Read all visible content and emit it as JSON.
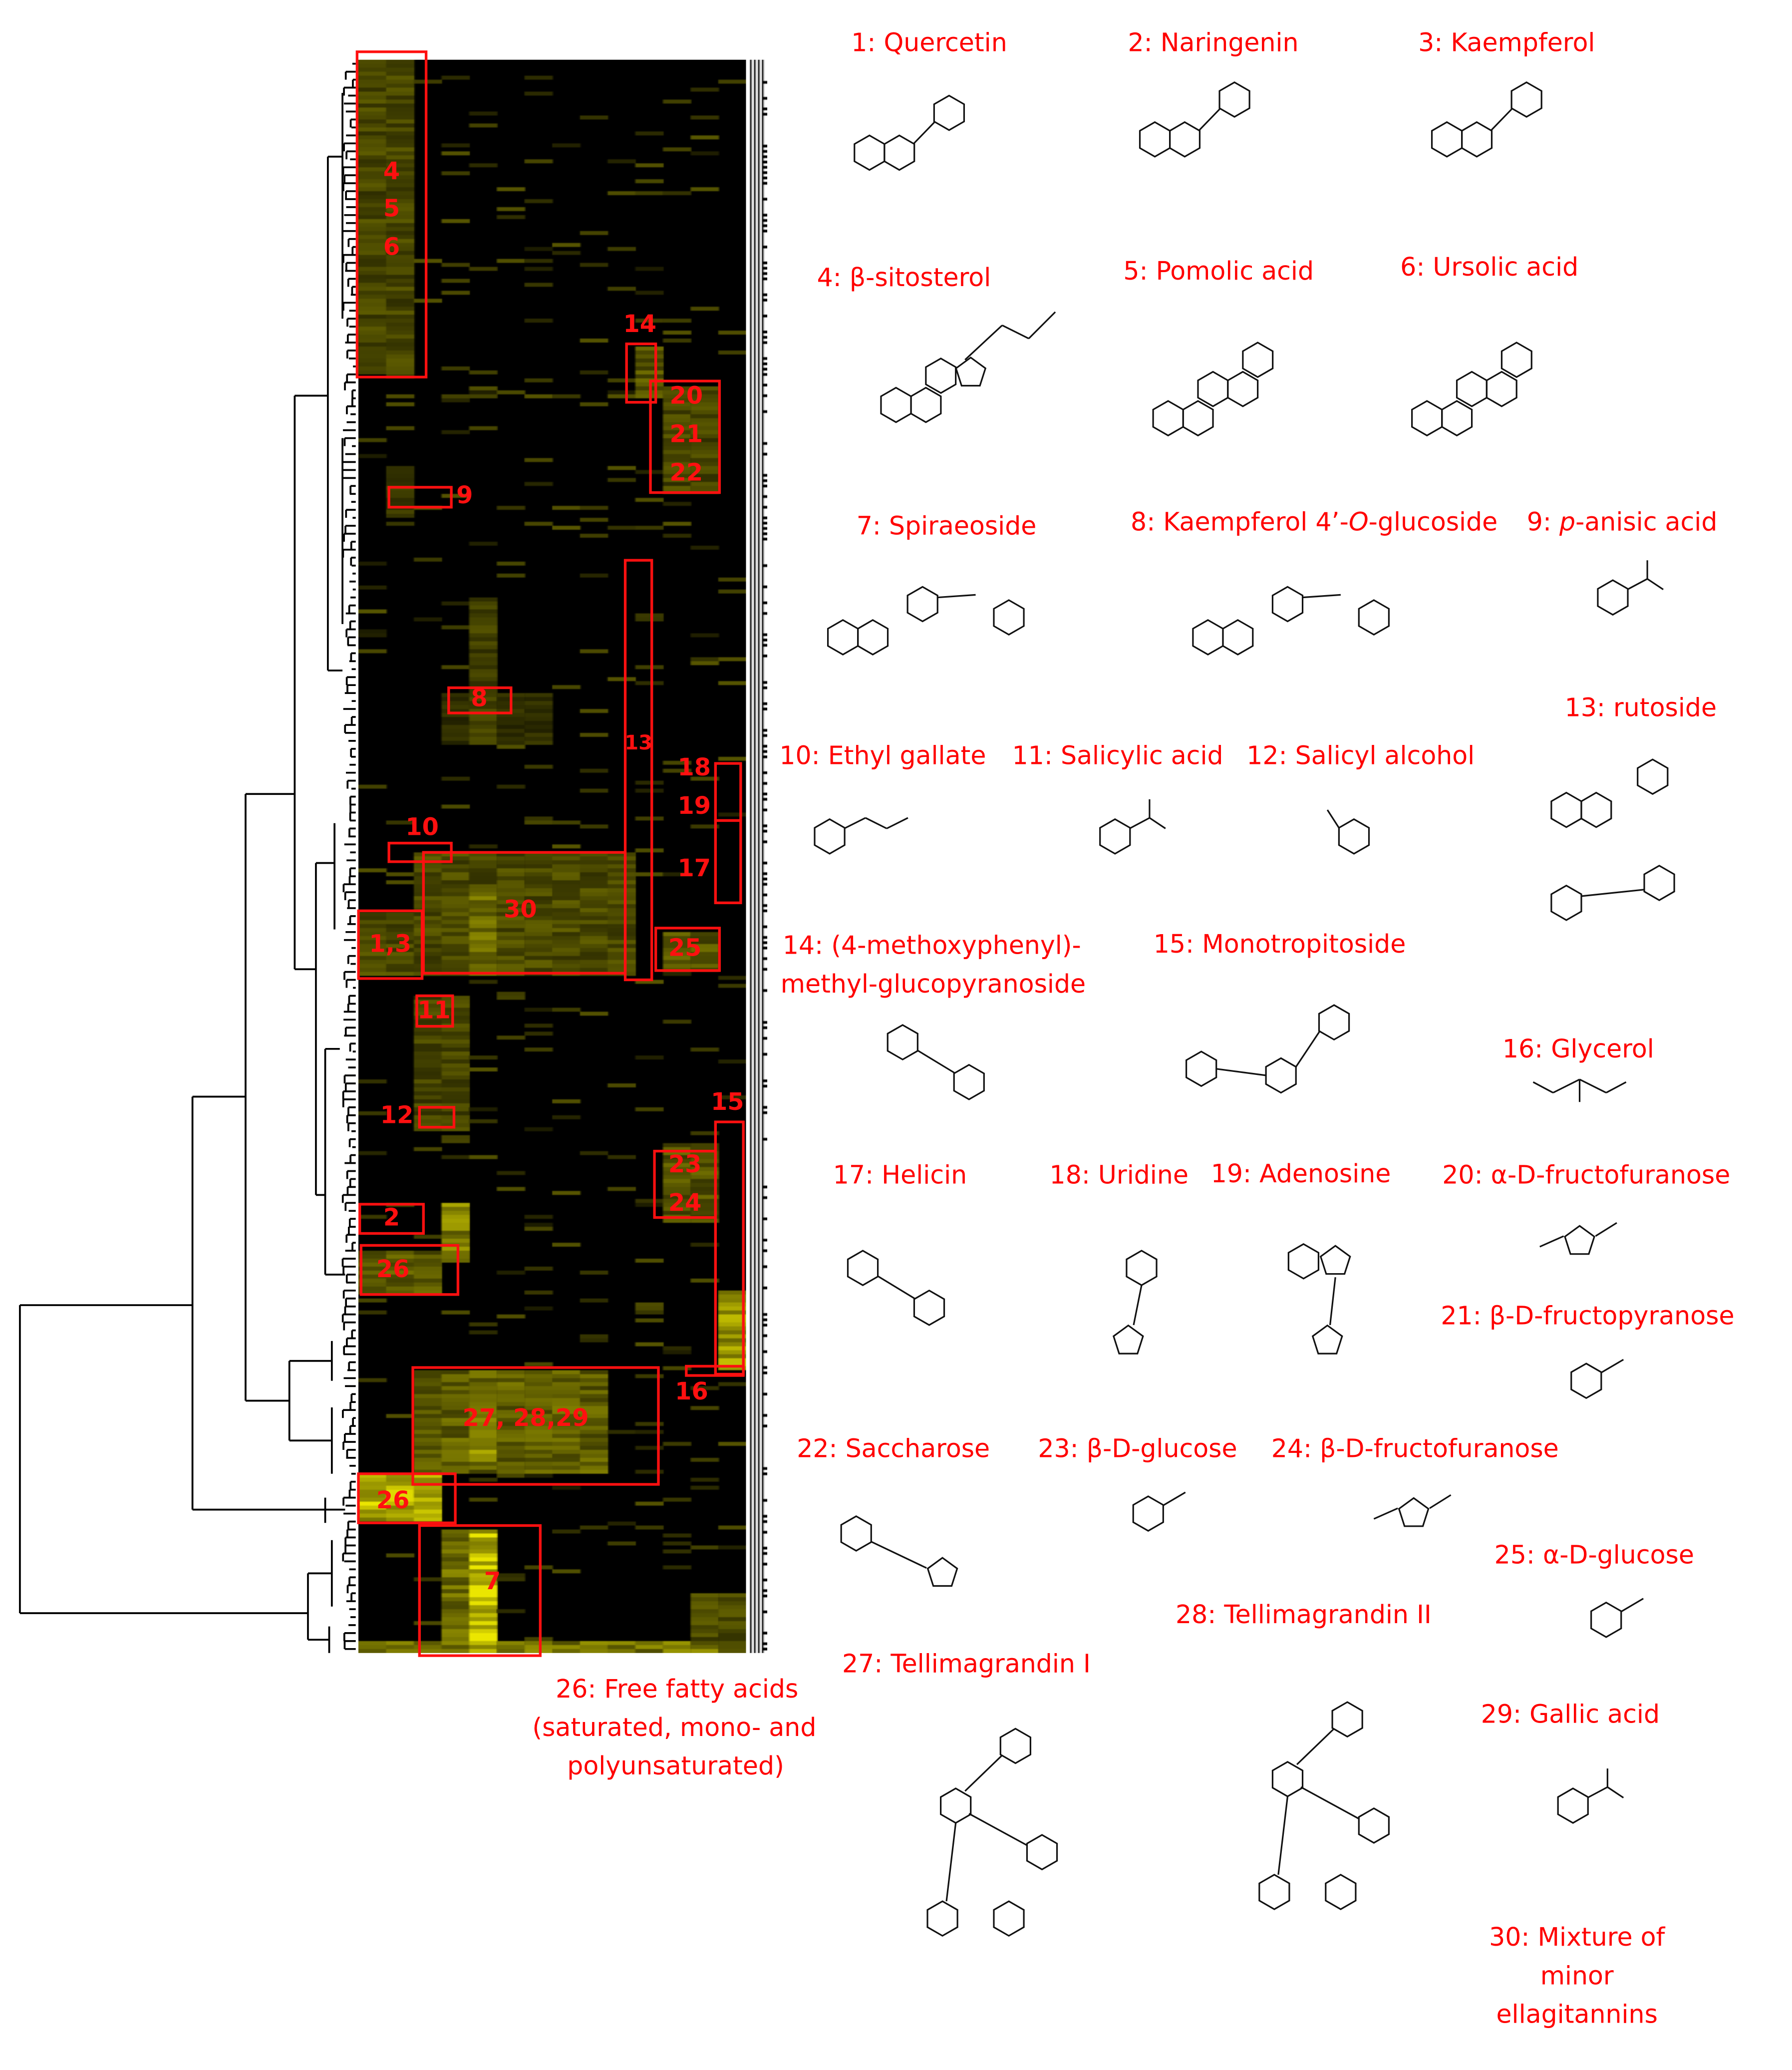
{
  "colors": {
    "annotation": "#ff0000",
    "heatmap_low": "#000000",
    "heatmap_high": "#ffff00",
    "dendrogram": "#000000"
  },
  "heatmap_boxes": [
    {
      "id": "4-5-6",
      "labels": [
        "4",
        "5",
        "6"
      ]
    },
    {
      "id": "14",
      "labels": [
        "14"
      ]
    },
    {
      "id": "20-21-22",
      "labels": [
        "20",
        "21",
        "22"
      ]
    },
    {
      "id": "9",
      "labels": [
        "9"
      ]
    },
    {
      "id": "13",
      "labels": [
        "13"
      ]
    },
    {
      "id": "8",
      "labels": [
        "8"
      ]
    },
    {
      "id": "18-19",
      "labels": [
        "18",
        "19"
      ]
    },
    {
      "id": "17",
      "labels": [
        "17"
      ]
    },
    {
      "id": "10",
      "labels": [
        "10"
      ]
    },
    {
      "id": "30",
      "labels": [
        "30"
      ]
    },
    {
      "id": "1-3",
      "labels": [
        "1,3"
      ]
    },
    {
      "id": "25",
      "labels": [
        "25"
      ]
    },
    {
      "id": "11",
      "labels": [
        "11"
      ]
    },
    {
      "id": "12",
      "labels": [
        "12"
      ]
    },
    {
      "id": "15",
      "labels": [
        "15"
      ]
    },
    {
      "id": "23-24",
      "labels": [
        "23",
        "24"
      ]
    },
    {
      "id": "2",
      "labels": [
        "2"
      ]
    },
    {
      "id": "26a",
      "labels": [
        "26"
      ]
    },
    {
      "id": "16",
      "labels": [
        "16"
      ]
    },
    {
      "id": "27-28-29",
      "labels": [
        "27, 28,29"
      ]
    },
    {
      "id": "26b",
      "labels": [
        "26"
      ]
    },
    {
      "id": "7",
      "labels": [
        "7"
      ]
    }
  ],
  "compounds": [
    {
      "num": "1",
      "label": "1: Quercetin",
      "structure": "flavonol"
    },
    {
      "num": "2",
      "label": "2: Naringenin",
      "structure": "flavanone"
    },
    {
      "num": "3",
      "label": "3: Kaempferol",
      "structure": "flavonol"
    },
    {
      "num": "4",
      "label": "4: β-sitosterol",
      "structure": "sterol"
    },
    {
      "num": "5",
      "label": "5: Pomolic acid",
      "structure": "triterpene"
    },
    {
      "num": "6",
      "label": "6: Ursolic acid",
      "structure": "triterpene"
    },
    {
      "num": "7",
      "label": "7: Spiraeoside",
      "structure": "flavonol-glucoside"
    },
    {
      "num": "8",
      "label_prefix": "8: Kaempferol 4’-",
      "label_italic": "O",
      "label_suffix": "-glucoside",
      "structure": "flavonol-glucoside"
    },
    {
      "num": "9",
      "label_prefix": "9: ",
      "label_italic": "p",
      "label_suffix": "-anisic acid",
      "structure": "benzoic-acid"
    },
    {
      "num": "10",
      "label": "10: Ethyl gallate",
      "structure": "benzoate"
    },
    {
      "num": "11",
      "label": "11: Salicylic acid",
      "structure": "benzoic-acid"
    },
    {
      "num": "12",
      "label": "12: Salicyl alcohol",
      "structure": "benzene"
    },
    {
      "num": "13",
      "label": "13: rutoside",
      "structure": "flavonol-rutinoside"
    },
    {
      "num": "14",
      "label_line1": "14: (4-methoxyphenyl)-",
      "label_line2": "methyl-glucopyranoside",
      "structure": "aryl-glucoside"
    },
    {
      "num": "15",
      "label": "15: Monotropitoside",
      "structure": "disaccharide-aryl"
    },
    {
      "num": "16",
      "label": "16: Glycerol",
      "structure": "glycerol"
    },
    {
      "num": "17",
      "label": "17: Helicin",
      "structure": "aryl-glucoside"
    },
    {
      "num": "18",
      "label": "18: Uridine",
      "structure": "nucleoside"
    },
    {
      "num": "19",
      "label": "19: Adenosine",
      "structure": "purine-nucleoside"
    },
    {
      "num": "20",
      "label": "20: α-D-fructofuranose",
      "structure": "furanose"
    },
    {
      "num": "21",
      "label": "21: β-D-fructopyranose",
      "structure": "pyranose"
    },
    {
      "num": "22",
      "label": "22: Saccharose",
      "structure": "disaccharide"
    },
    {
      "num": "23",
      "label": "23: β-D-glucose",
      "structure": "pyranose"
    },
    {
      "num": "24",
      "label": "24: β-D-fructofuranose",
      "structure": "furanose"
    },
    {
      "num": "25",
      "label": "25: α-D-glucose",
      "structure": "pyranose"
    },
    {
      "num": "26",
      "label_lines": [
        "26: Free fatty acids",
        "(saturated, mono- and",
        "polyunsaturated)"
      ]
    },
    {
      "num": "27",
      "label": "27: Tellimagrandin I",
      "structure": "ellagitannin"
    },
    {
      "num": "28",
      "label": "28: Tellimagrandin II",
      "structure": "ellagitannin"
    },
    {
      "num": "29",
      "label": "29: Gallic acid",
      "structure": "benzoic-acid"
    },
    {
      "num": "30",
      "label_lines": [
        "30: Mixture of",
        "minor",
        "ellagitannins"
      ]
    }
  ]
}
